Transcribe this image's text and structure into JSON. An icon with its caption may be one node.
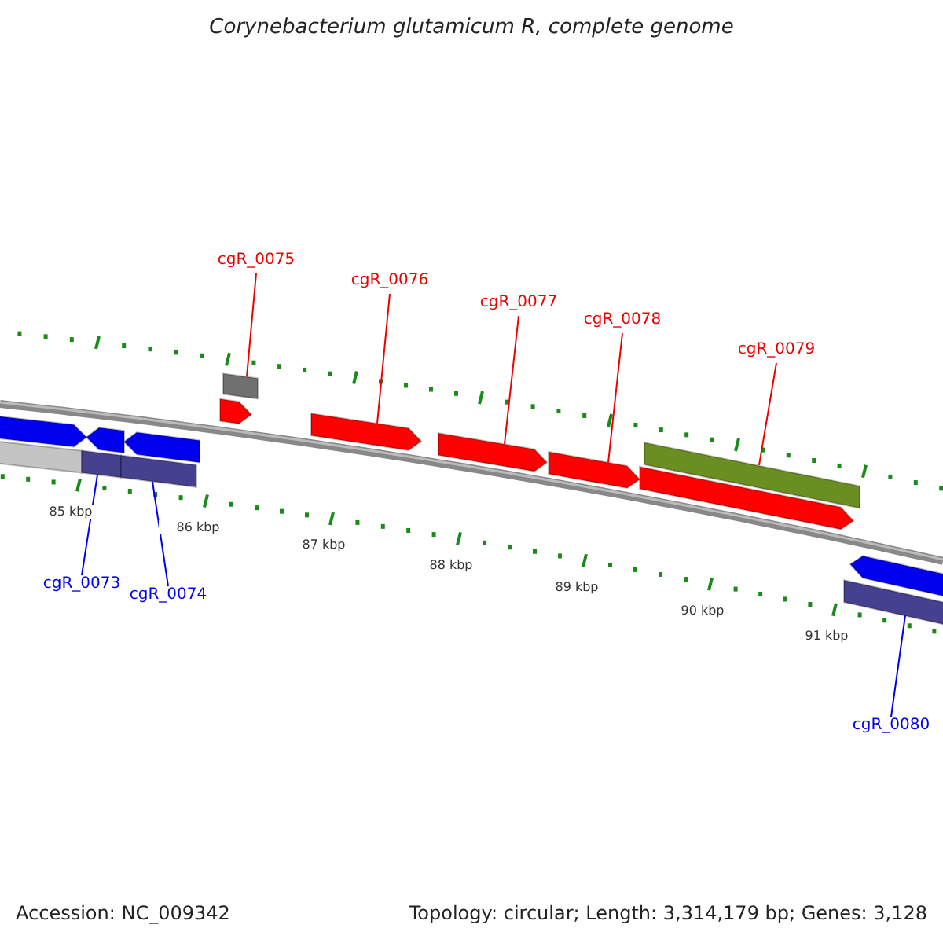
{
  "diagram": {
    "title": "Corynebacterium glutamicum R, complete genome",
    "nodes": [
      {
        "text": [
          "cgR_0073"
        ]
      },
      {
        "text": [
          "cgR_0074"
        ]
      },
      {
        "text": [
          "cgR_0075"
        ]
      },
      {
        "text": [
          "cgR_0076"
        ]
      },
      {
        "text": [
          "cgR_0077"
        ]
      },
      {
        "text": [
          "cgR_0078"
        ]
      },
      {
        "text": [
          "cgR_0079"
        ]
      },
      {
        "text": [
          "cgR_0080"
        ]
      },
      {
        "text": [],
        "shape": "bar"
      },
      {
        "text": [],
        "shape": "bar"
      },
      {
        "text": [],
        "shape": "bar"
      },
      {
        "text": [],
        "shape": "bar"
      },
      {
        "text": [],
        "shape": "bar"
      },
      {
        "text": [],
        "shape": "bar"
      },
      {
        "text": [],
        "shape": "bar"
      },
      {
        "text": [],
        "shape": "box"
      },
      {
        "text": [],
        "shape": "bar"
      },
      {
        "text": [],
        "shape": "bar"
      },
      {
        "text": [],
        "shape": "bar"
      },
      {
        "text": [],
        "shape": "bar"
      },
      {
        "text": [],
        "shape": "bar"
      },
      {
        "text": [],
        "shape": "bar"
      },
      {
        "text": [],
        "shape": "bar"
      }
    ],
    "edges": [
      {
        "from": 0,
        "to": 10,
        "arrow": "none",
        "color": "#0000ee"
      },
      {
        "from": 1,
        "to": 12,
        "arrow": "none",
        "color": "#0000ee"
      },
      {
        "from": 2,
        "to": 15,
        "arrow": "none"
      },
      {
        "from": 3,
        "to": 16,
        "arrow": "none"
      },
      {
        "from": 4,
        "to": 17,
        "arrow": "none"
      },
      {
        "from": 5,
        "to": 18,
        "arrow": "none"
      },
      {
        "from": 6,
        "to": 20,
        "arrow": "none"
      },
      {
        "from": 7,
        "to": 21,
        "arrow": "none",
        "color": "#0000ee"
      }
    ],
    "labels": [
      "85 kbp",
      "86 kbp",
      "87 kbp",
      "88 kbp",
      "89 kbp",
      "90 kbp",
      "91 kbp",
      "Accession: NC_009342",
      "Topology: circular; Length: 3,314,179 bp; Genes: 3,128"
    ]
  }
}
